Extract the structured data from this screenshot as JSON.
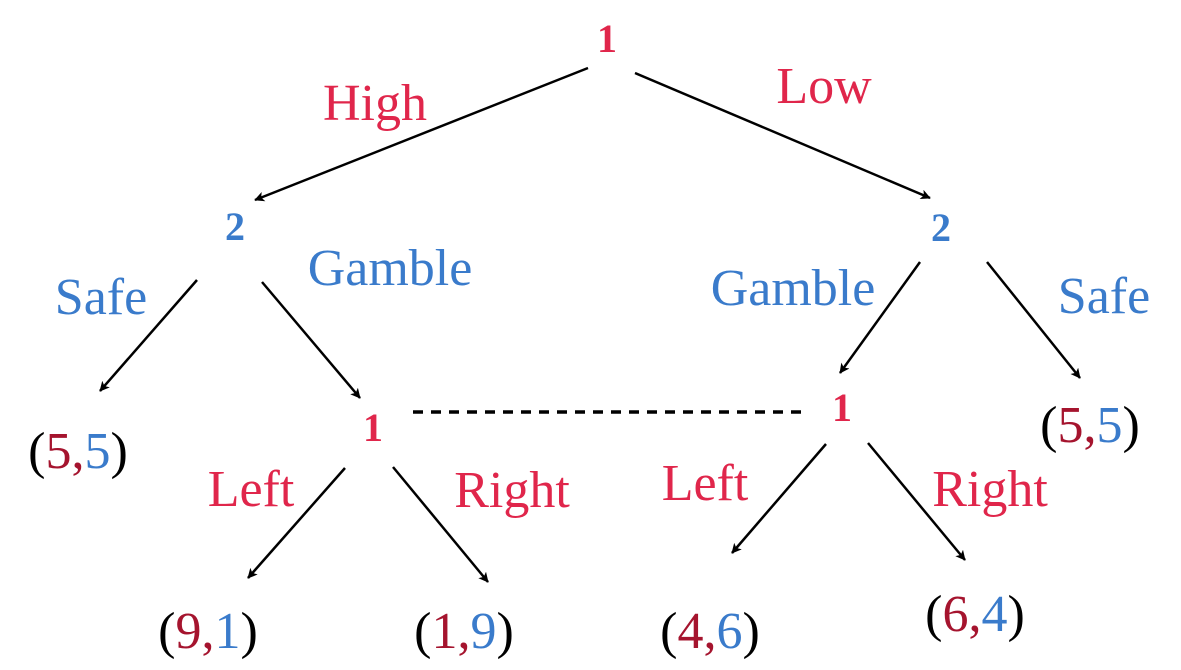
{
  "colors": {
    "player1": "#E0264B",
    "player2": "#3A7BCB",
    "payoff_player1": "#A5142E",
    "payoff_player2": "#3A7BCB"
  },
  "nodes": {
    "root": "1",
    "p2_left": "2",
    "p2_right": "2",
    "p1_left": "1",
    "p1_right": "1"
  },
  "moves": {
    "high": "High",
    "low": "Low",
    "safe_left": "Safe",
    "gamble_left": "Gamble",
    "gamble_right": "Gamble",
    "safe_right": "Safe",
    "left_a": "Left",
    "right_a": "Right",
    "left_b": "Left",
    "right_b": "Right"
  },
  "payoffs": [
    {
      "a": "5",
      "b": "5"
    },
    {
      "a": "9",
      "b": "1"
    },
    {
      "a": "1",
      "b": "9"
    },
    {
      "a": "4",
      "b": "6"
    },
    {
      "a": "6",
      "b": "4"
    },
    {
      "a": "5",
      "b": "5"
    }
  ],
  "punct": {
    "open": "(",
    "comma": ",",
    "close": ")"
  }
}
